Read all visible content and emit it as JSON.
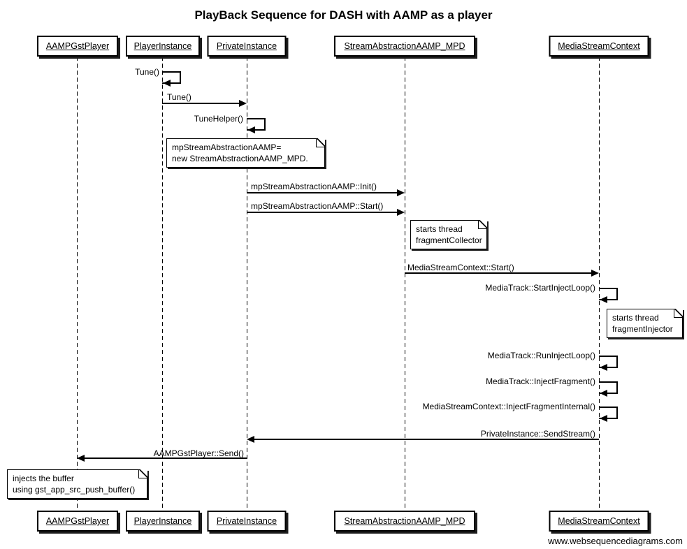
{
  "title": "PlayBack Sequence for DASH with AAMP as a player",
  "watermark": "www.websequencediagrams.com",
  "participants": [
    "AAMPGstPlayer",
    "PlayerInstance",
    "PrivateInstance",
    "StreamAbstractionAAMP_MPD",
    "MediaStreamContext"
  ],
  "messages": [
    {
      "label": "Tune()",
      "type": "self",
      "on": "PlayerInstance"
    },
    {
      "label": "Tune()",
      "type": "call",
      "from": "PlayerInstance",
      "to": "PrivateInstance"
    },
    {
      "label": "TuneHelper()",
      "type": "self",
      "on": "PrivateInstance"
    },
    {
      "label": "mpStreamAbstractionAAMP::Init()",
      "type": "call",
      "from": "PrivateInstance",
      "to": "StreamAbstractionAAMP_MPD"
    },
    {
      "label": "mpStreamAbstractionAAMP::Start()",
      "type": "call",
      "from": "PrivateInstance",
      "to": "StreamAbstractionAAMP_MPD"
    },
    {
      "label": "MediaStreamContext::Start()",
      "type": "call",
      "from": "StreamAbstractionAAMP_MPD",
      "to": "MediaStreamContext"
    },
    {
      "label": "MediaTrack::StartInjectLoop()",
      "type": "self",
      "on": "MediaStreamContext"
    },
    {
      "label": "MediaTrack::RunInjectLoop()",
      "type": "self",
      "on": "MediaStreamContext"
    },
    {
      "label": "MediaTrack::InjectFragment()",
      "type": "self",
      "on": "MediaStreamContext"
    },
    {
      "label": "MediaStreamContext::InjectFragmentInternal()",
      "type": "self",
      "on": "MediaStreamContext"
    },
    {
      "label": "PrivateInstance::SendStream()",
      "type": "call",
      "from": "MediaStreamContext",
      "to": "PrivateInstance"
    },
    {
      "label": "AAMPGstPlayer::Send()",
      "type": "call",
      "from": "PrivateInstance",
      "to": "AAMPGstPlayer"
    }
  ],
  "notes": [
    {
      "anchor": "PrivateInstance",
      "lines": [
        "mpStreamAbstractionAAMP=",
        "new StreamAbstractionAAMP_MPD."
      ]
    },
    {
      "anchor": "StreamAbstractionAAMP_MPD",
      "lines": [
        "starts thread",
        "fragmentCollector"
      ]
    },
    {
      "anchor": "MediaStreamContext",
      "lines": [
        "starts thread",
        "fragmentInjector"
      ]
    },
    {
      "anchor": "AAMPGstPlayer",
      "lines": [
        "injects the buffer",
        "using gst_app_src_push_buffer()"
      ]
    }
  ],
  "colors": {
    "line": "#000000",
    "background": "#ffffff",
    "box_fill": "#ffffff",
    "shadow": "#1d1d1d"
  }
}
